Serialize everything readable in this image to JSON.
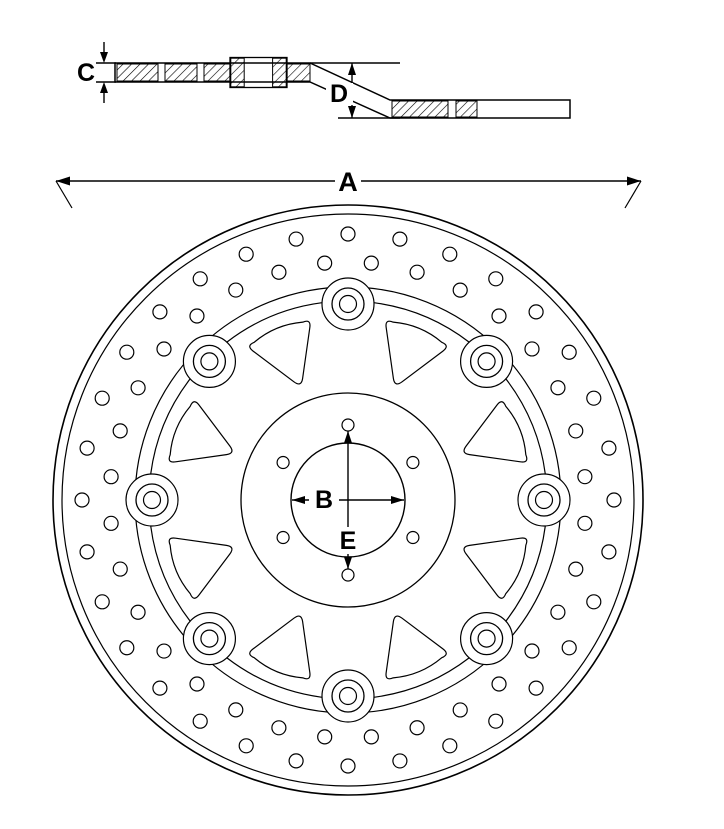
{
  "diagram": {
    "labels": {
      "outer_diameter": "A",
      "center_bore": "B",
      "thickness": "C",
      "offset": "D",
      "hole_span": "E"
    },
    "colors": {
      "line": "#000000",
      "background": "#ffffff"
    }
  }
}
